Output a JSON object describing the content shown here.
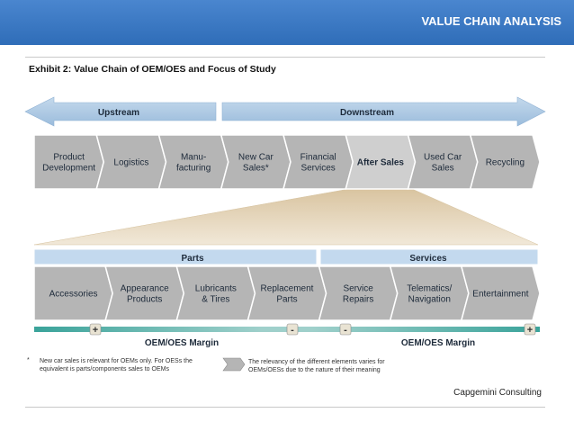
{
  "header": {
    "title": "VALUE CHAIN ANALYSIS"
  },
  "exhibit": {
    "title": "Exhibit 2: Value Chain of OEM/OES and Focus of Study"
  },
  "arrows": {
    "upstream": "Upstream",
    "downstream": "Downstream"
  },
  "chain": [
    [
      "Product",
      "Development"
    ],
    [
      "Logistics"
    ],
    [
      "Manu-",
      "facturing"
    ],
    [
      "New Car",
      "Sales*"
    ],
    [
      "Financial",
      "Services"
    ],
    [
      "After Sales"
    ],
    [
      "Used Car",
      "Sales"
    ],
    [
      "Recycling"
    ]
  ],
  "sections": {
    "parts": "Parts",
    "services": "Services"
  },
  "detail": [
    [
      "Accessories"
    ],
    [
      "Appearance",
      "Products"
    ],
    [
      "Lubricants",
      "& Tires"
    ],
    [
      "Replacement",
      "Parts"
    ],
    [
      "Service",
      "Repairs"
    ],
    [
      "Telematics/",
      "Navigation"
    ],
    [
      "Entertainment"
    ]
  ],
  "margin": {
    "left_label": "OEM/OES Margin",
    "right_label": "OEM/OES Margin",
    "signs": [
      "+",
      "-",
      "-",
      "+"
    ]
  },
  "footnote": {
    "marker": "*",
    "text": "New car sales is relevant for OEMs only. For OESs the equivalent is parts/components sales to OEMs"
  },
  "legend": {
    "text": "The relevancy of the different elements varies for OEMs/OESs due to the nature of their meaning"
  },
  "brand": "Capgemini Consulting",
  "colors": {
    "header": "#3a79c4",
    "arrow_fill": "#a9c6e2",
    "chevron_fill": "#b5b5b5",
    "chevron_highlight": "#cfcfcf",
    "wedge_fill": "#e6d7bd",
    "section_fill": "#c3d9ee",
    "margin_bar": "#46a8a1"
  }
}
